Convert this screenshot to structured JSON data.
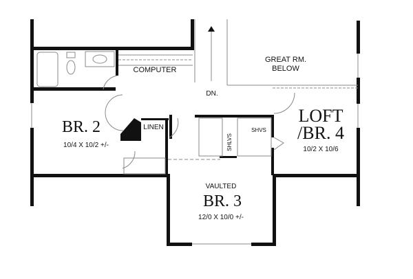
{
  "rooms": {
    "br2": {
      "name": "BR. 2",
      "dims": "10/4 X 10/2 +/-"
    },
    "br3": {
      "note": "VAULTED",
      "name": "BR. 3",
      "dims": "12/0 X 10/0 +/-"
    },
    "loft": {
      "name_line1": "LOFT",
      "name_line2": "/BR. 4",
      "dims": "10/2 X 10/6"
    },
    "great_room": {
      "line1": "GREAT RM.",
      "line2": "BELOW"
    },
    "computer": "COMPUTER",
    "stair": "DN.",
    "linen": "LINEN",
    "shelves": "SHLVS",
    "shvs": "SHVS"
  },
  "colors": {
    "wall": "#111111",
    "line": "#888888"
  }
}
